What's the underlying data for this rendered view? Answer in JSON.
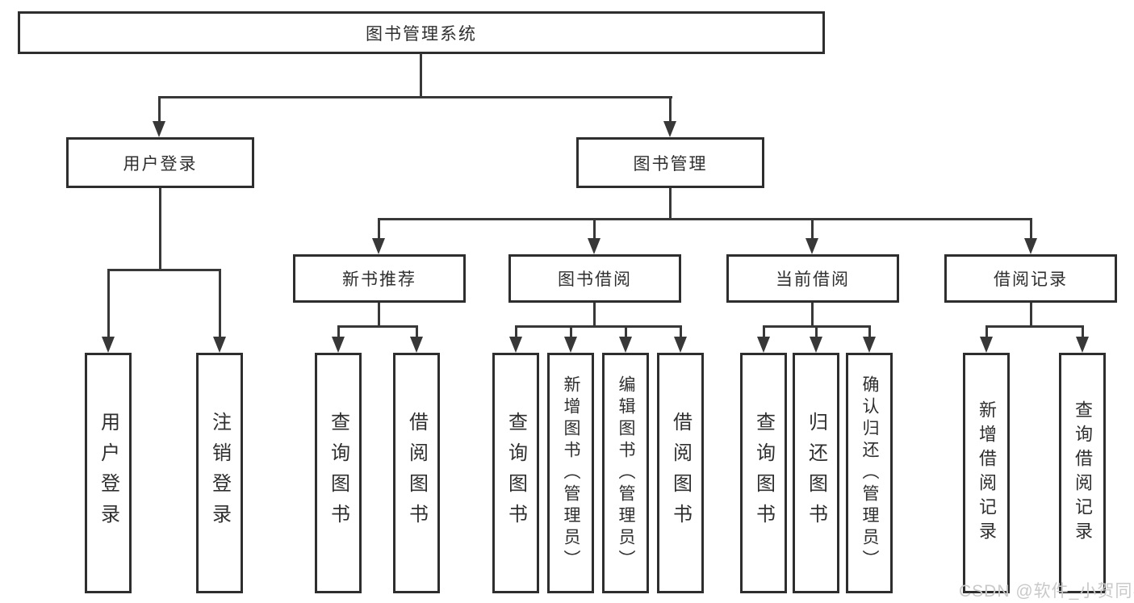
{
  "diagram": {
    "title": "图书管理系统",
    "level2": {
      "user_login": "用户登录",
      "book_management": "图书管理"
    },
    "level3": {
      "new_book_recommendation": "新书推荐",
      "book_borrowing": "图书借阅",
      "current_borrowing": "当前借阅",
      "borrowing_records": "借阅记录"
    },
    "leaves": {
      "user_login": "用户登录",
      "logout": "注销登录",
      "nb_query_books": "查询图书",
      "nb_borrow_books": "借阅图书",
      "bb_query_books": "查询图书",
      "bb_add_books": "新增图书（管理员）",
      "bb_edit_books": "编辑图书（管理员）",
      "bb_borrow_books": "借阅图书",
      "cb_query_books": "查询图书",
      "cb_return_books": "归还图书",
      "cb_confirm_return": "确认归还（管理员）",
      "br_add_record": "新增借阅记录",
      "br_query_record": "查询借阅记录"
    },
    "watermark": "CSDN @软件_小贺同学",
    "colors": {
      "line": "#383838",
      "border": "#2e2e2e",
      "text": "#2f2f2f",
      "watermark": "#c9c9c9",
      "background": "#ffffff"
    }
  }
}
